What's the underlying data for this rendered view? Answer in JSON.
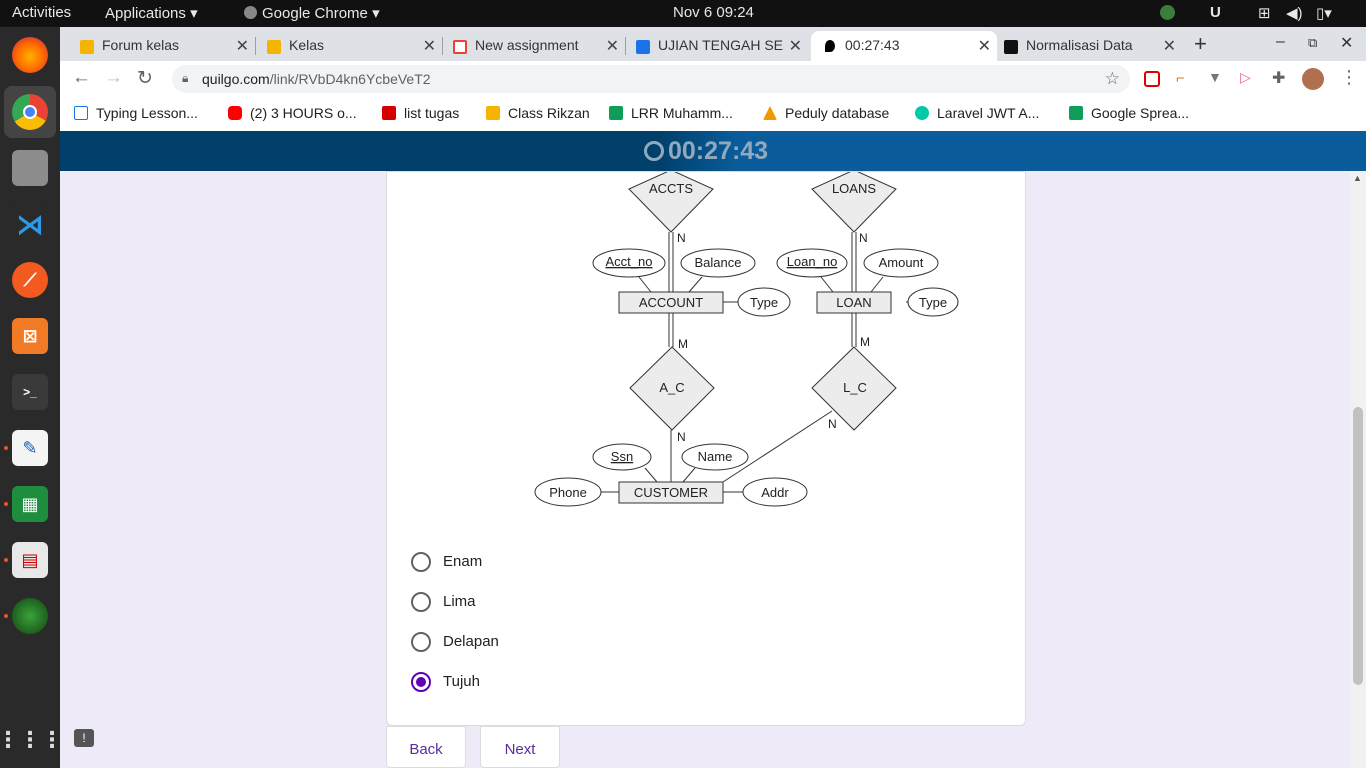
{
  "system": {
    "activities": "Activities",
    "applications": "Applications",
    "app_name": "Google Chrome",
    "clock": "Nov 6  09:24"
  },
  "tabs": [
    {
      "title": "Forum kelas",
      "color": "#f4b400"
    },
    {
      "title": "Kelas",
      "color": "#f4b400"
    },
    {
      "title": "New assignment",
      "color": "#ea4335"
    },
    {
      "title": "UJIAN TENGAH SE",
      "color": "#1a73e8"
    },
    {
      "title": "00:27:43",
      "color": "#000000"
    },
    {
      "title": "Normalisasi Data",
      "color": "#111111"
    }
  ],
  "address": {
    "host": "quilgo.com",
    "path": "/link/RVbD4kn6YcbeVeT2"
  },
  "bookmarks": [
    {
      "label": "Typing Lesson...",
      "color": "#1a73e8"
    },
    {
      "label": "(2) 3 HOURS o...",
      "color": "#ff0000"
    },
    {
      "label": "list tugas",
      "color": "#d50000"
    },
    {
      "label": "Class Rikzan",
      "color": "#f4b400"
    },
    {
      "label": "LRR Muhamm...",
      "color": "#0f9d58"
    },
    {
      "label": "Peduly database",
      "color": "#f29900"
    },
    {
      "label": "Laravel JWT A...",
      "color": "#00c9a7"
    },
    {
      "label": "Google Sprea...",
      "color": "#0f9d58"
    }
  ],
  "timer": "00:27:43",
  "diagram": {
    "relationships": [
      "ACCTS",
      "LOANS",
      "A_C",
      "L_C"
    ],
    "entities": [
      "ACCOUNT",
      "LOAN",
      "CUSTOMER"
    ],
    "attributes": {
      "acct_no": "Acct_no",
      "balance": "Balance",
      "acct_type": "Type",
      "loan_no": "Loan_no",
      "amount": "Amount",
      "loan_type": "Type",
      "ssn": "Ssn",
      "name": "Name",
      "phone": "Phone",
      "addr": "Addr"
    },
    "cardinality": {
      "accts_n": "N",
      "loans_n": "N",
      "ac_m": "M",
      "lc_m": "M",
      "ac_n": "N",
      "lc_n": "N"
    }
  },
  "options": [
    {
      "label": "Enam",
      "selected": false
    },
    {
      "label": "Lima",
      "selected": false
    },
    {
      "label": "Delapan",
      "selected": false
    },
    {
      "label": "Tujuh",
      "selected": true
    }
  ],
  "buttons": {
    "back": "Back",
    "next": "Next"
  },
  "colors": {
    "accent": "#6200b3",
    "timer_bar": "#00406b",
    "page_bg": "#eeeaf8"
  }
}
